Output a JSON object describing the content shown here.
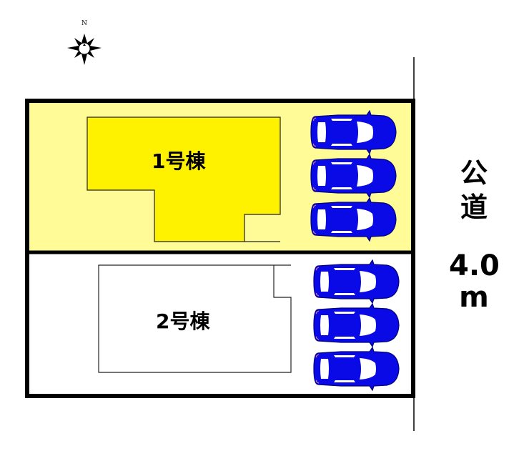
{
  "compass": {
    "north_label": "N",
    "icon": "compass-rose-icon"
  },
  "lots": [
    {
      "id": 1,
      "label": "1号棟",
      "fill": "#fffb96",
      "building_fill": "#fff200",
      "parking_spaces": 3
    },
    {
      "id": 2,
      "label": "2号棟",
      "fill": "#ffffff",
      "building_fill": "#ffffff",
      "parking_spaces": 3
    }
  ],
  "road": {
    "label_line1": "公",
    "label_line2": "道",
    "width_value": "4.0",
    "width_unit": "m"
  },
  "colors": {
    "border": "#000000",
    "car_body": "#0a0ae6",
    "car_window": "#ffffff",
    "lot1_bg": "#fffb96",
    "building1": "#fff200"
  }
}
